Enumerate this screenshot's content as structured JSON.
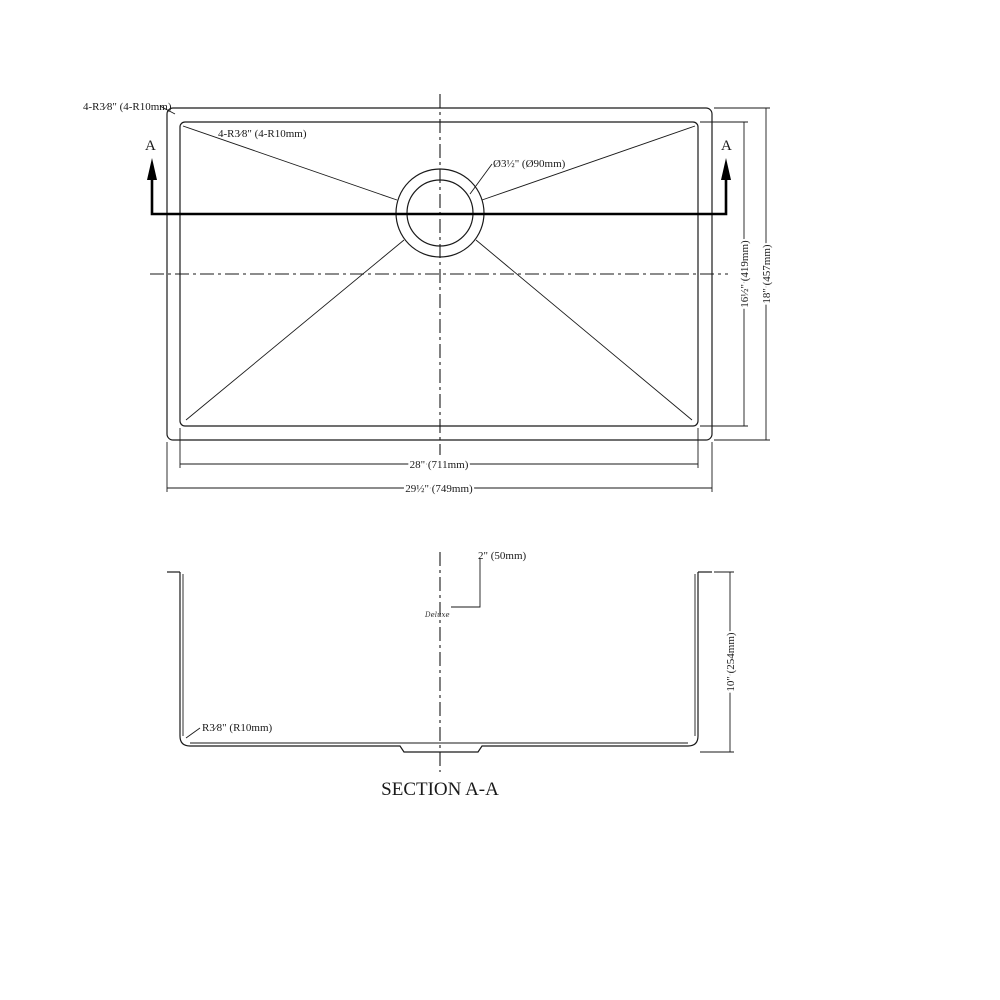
{
  "top_view": {
    "outer_corner_radius": "4-R3⁄8\" (4-R10mm)",
    "inner_corner_radius": "4-R3⁄8\" (4-R10mm)",
    "drain_diameter": "Ø3½\" (Ø90mm)",
    "section_marker_left": "A",
    "section_marker_right": "A",
    "inner_width": "28\" (711mm)",
    "outer_width": "29½\" (749mm)",
    "inner_depth": "16½\" (419mm)",
    "outer_depth": "18\" (457mm)"
  },
  "section_view": {
    "flange": "2\" (50mm)",
    "height": "10\" (254mm)",
    "bottom_radius": "R3⁄8\" (R10mm)",
    "title": "SECTION A-A"
  }
}
